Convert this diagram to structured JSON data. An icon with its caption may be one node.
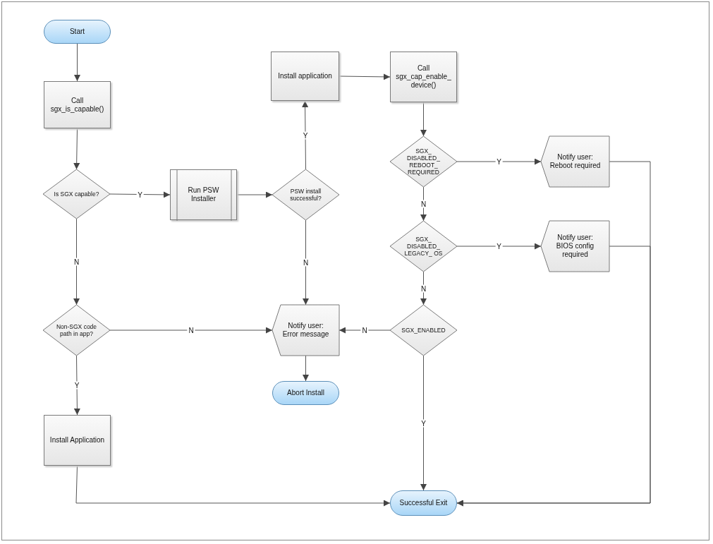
{
  "diagram": {
    "nodes": [
      {
        "text": [
          "Start"
        ]
      },
      {
        "text": [
          "Call sgx_is_capable()"
        ]
      },
      {
        "text": [
          "Is SGX capable?"
        ]
      },
      {
        "text": [
          "Run PSW Installer"
        ]
      },
      {
        "text": [
          "PSW install successful?"
        ]
      },
      {
        "text": [
          "Install application"
        ]
      },
      {
        "text": [
          "Call sgx_cap_enable_ device()"
        ]
      },
      {
        "text": [
          "SGX_ DISABLED_ REBOOT_ REQUIRED"
        ]
      },
      {
        "text": [
          "Notify user: Reboot required"
        ]
      },
      {
        "text": [
          "SGX_ DISABLED_ LEGACY_ OS"
        ]
      },
      {
        "text": [
          "Notify user: BIOS config required"
        ]
      },
      {
        "text": [
          "SGX_ENABLED"
        ]
      },
      {
        "text": [
          "Notify user: Error message"
        ]
      },
      {
        "text": [
          "Abort Install"
        ]
      },
      {
        "text": [
          "Non-SGX code path in app?"
        ]
      },
      {
        "text": [
          "Install Application"
        ]
      },
      {
        "text": [
          "Successful Exit"
        ]
      }
    ],
    "edges": [
      {
        "from": 0,
        "to": 1,
        "arrow": "to"
      },
      {
        "from": 1,
        "to": 2,
        "arrow": "to"
      },
      {
        "from": 2,
        "to": 3,
        "arrow": "to",
        "label": "Y"
      },
      {
        "from": 3,
        "to": 4,
        "arrow": "to"
      },
      {
        "from": 4,
        "to": 5,
        "arrow": "to",
        "label": "Y"
      },
      {
        "from": 5,
        "to": 6,
        "arrow": "to"
      },
      {
        "from": 6,
        "to": 7,
        "arrow": "to"
      },
      {
        "from": 7,
        "to": 8,
        "arrow": "to",
        "label": "Y"
      },
      {
        "from": 7,
        "to": 9,
        "arrow": "to",
        "label": "N"
      },
      {
        "from": 9,
        "to": 10,
        "arrow": "to",
        "label": "Y"
      },
      {
        "from": 9,
        "to": 11,
        "arrow": "to",
        "label": "N"
      },
      {
        "from": 11,
        "to": 12,
        "arrow": "to",
        "label": "N"
      },
      {
        "from": 11,
        "to": 16,
        "arrow": "to",
        "label": "Y"
      },
      {
        "from": 4,
        "to": 12,
        "arrow": "to",
        "label": "N"
      },
      {
        "from": 2,
        "to": 14,
        "arrow": "to",
        "label": "N"
      },
      {
        "from": 14,
        "to": 12,
        "arrow": "to",
        "label": "N"
      },
      {
        "from": 14,
        "to": 15,
        "arrow": "to",
        "label": "Y"
      },
      {
        "from": 12,
        "to": 13,
        "arrow": "to"
      },
      {
        "from": 15,
        "to": 16,
        "arrow": "to"
      },
      {
        "from": 8,
        "to": 16,
        "arrow": "to"
      },
      {
        "from": 10,
        "to": 16,
        "arrow": "to"
      }
    ]
  }
}
